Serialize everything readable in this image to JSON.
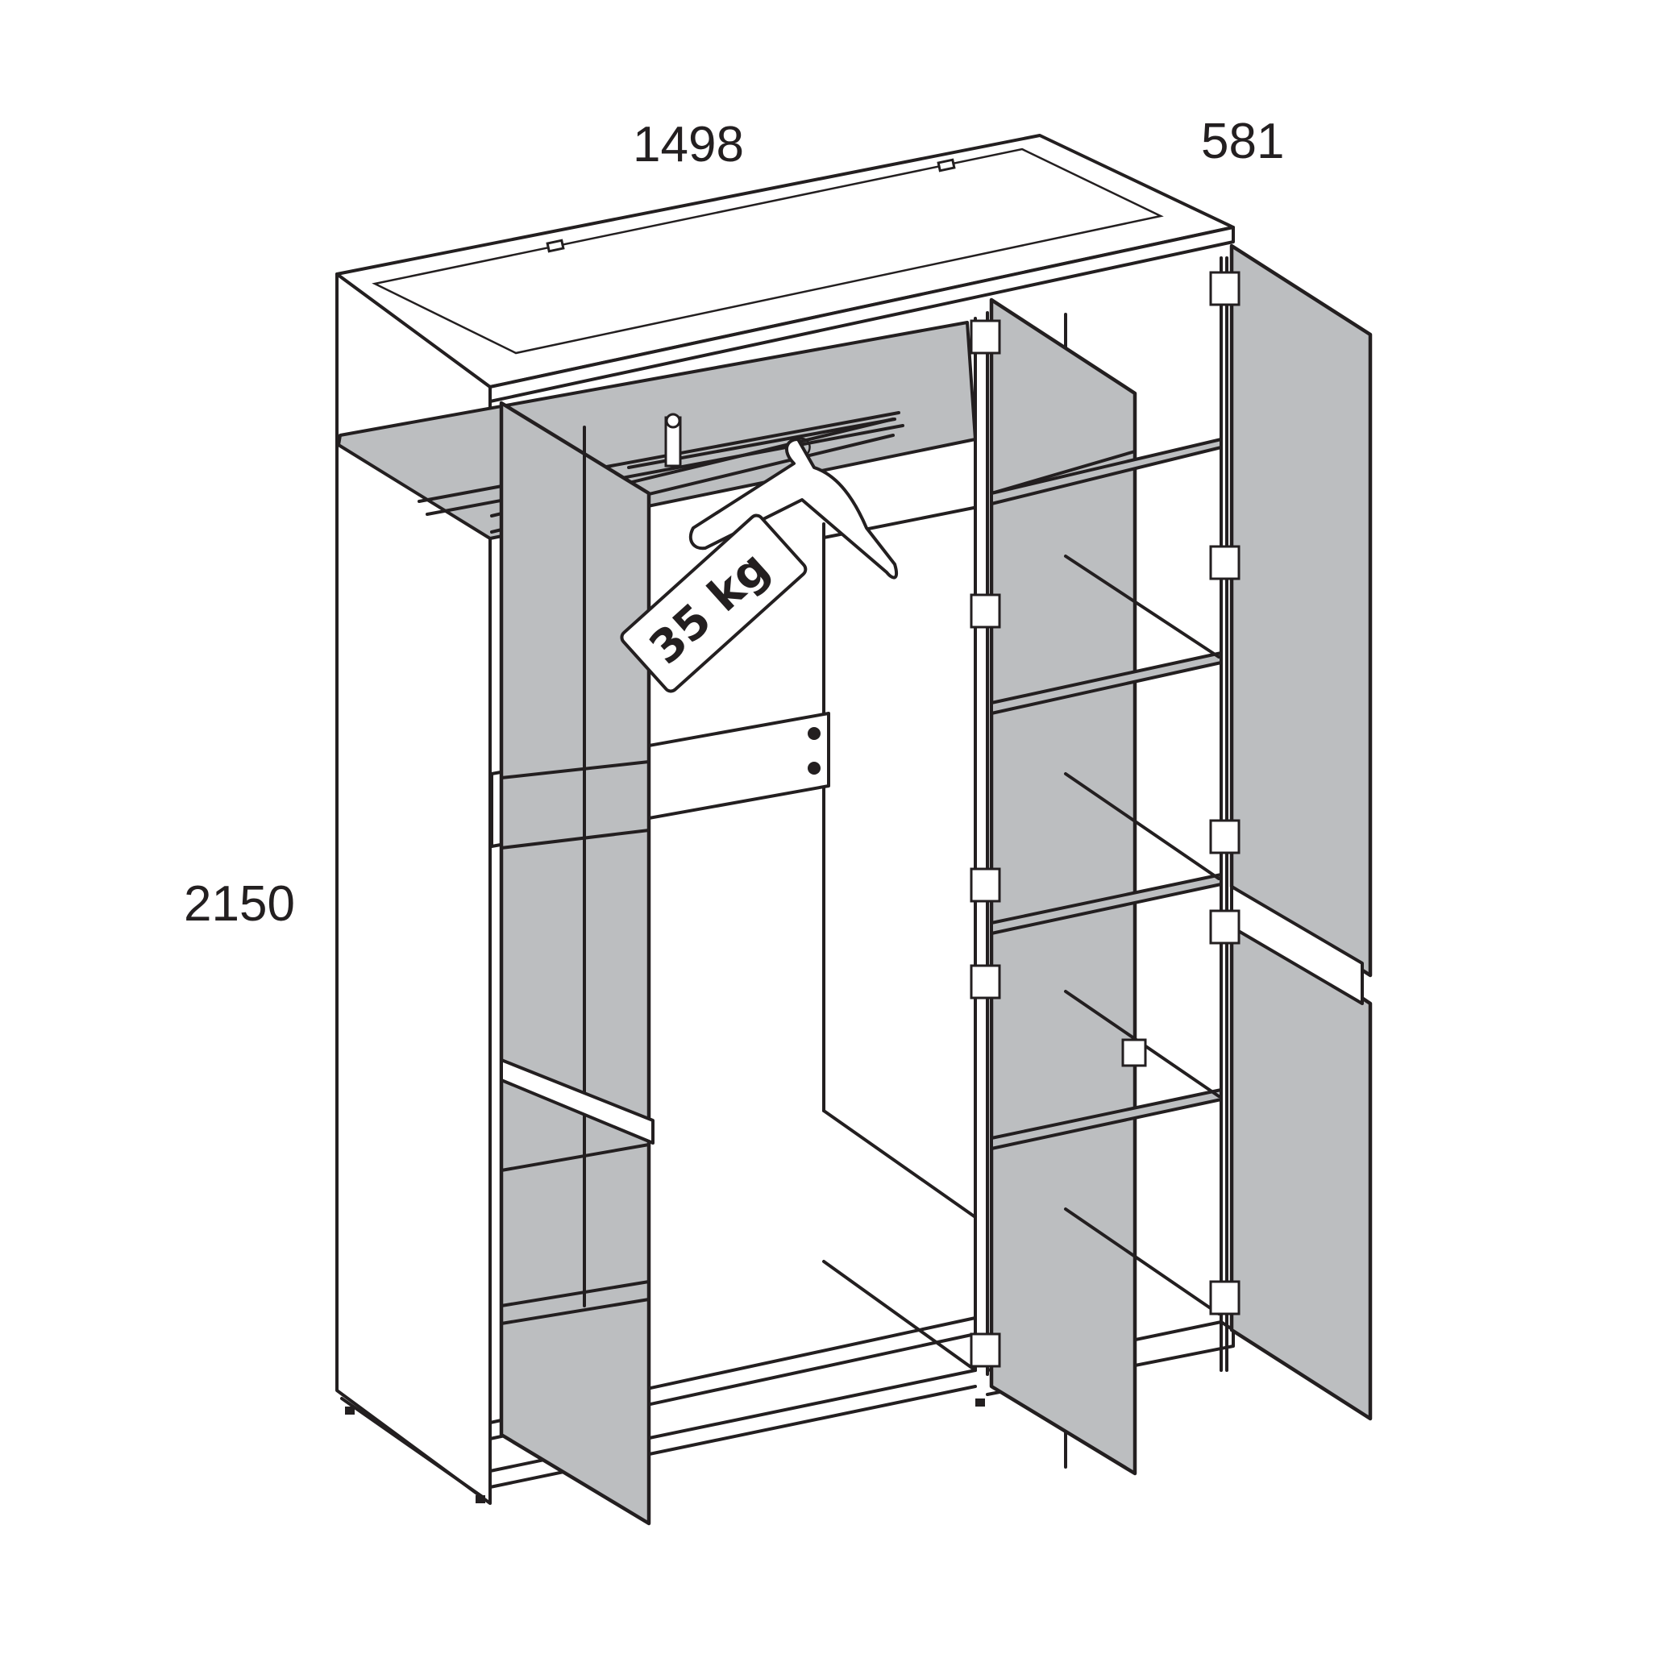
{
  "dimensions": {
    "width": "1498",
    "depth": "581",
    "height": "2150"
  },
  "load_tag": {
    "text": "35 kg"
  },
  "colors": {
    "line": "#231f20",
    "panel_fill": "#bcbec0",
    "background": "#ffffff"
  }
}
